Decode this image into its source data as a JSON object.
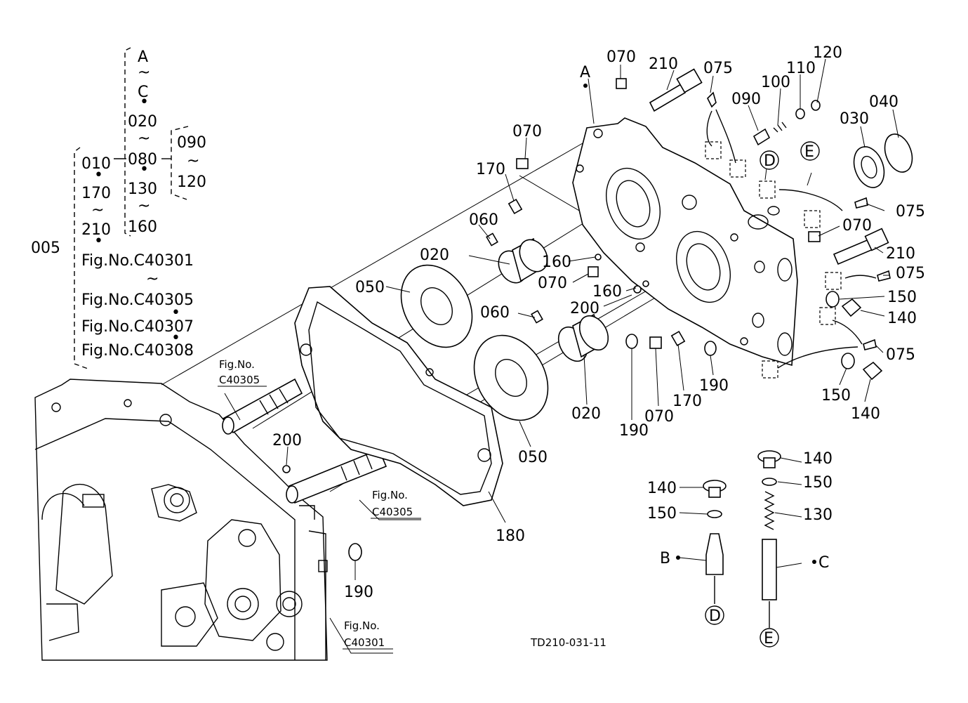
{
  "tree": {
    "group_a": [
      "A",
      "~",
      "C",
      "•",
      "020",
      "~",
      "080",
      "•",
      "130",
      "~",
      "160"
    ],
    "group_b": [
      "090",
      "~",
      "120"
    ],
    "group_c": [
      "010",
      "•",
      "170",
      "~",
      "210",
      "•"
    ],
    "assembly": "005",
    "figs": [
      "Fig.No.C40301",
      "~",
      "Fig.No.C40305",
      "•",
      "Fig.No.C40307",
      "•",
      "Fig.No.C40308"
    ]
  },
  "fig_refs": [
    {
      "line1": "Fig.No.",
      "line2": "C40305"
    },
    {
      "line1": "Fig.No.",
      "line2": "C40305"
    },
    {
      "line1": "Fig.No.",
      "line2": "C40301"
    }
  ],
  "callouts": {
    "p070a": "070",
    "p210a": "210",
    "p075a": "075",
    "p100": "100",
    "p120": "120",
    "p110": "110",
    "p090": "090",
    "p040": "040",
    "p030": "030",
    "pA": "A",
    "p070b": "070",
    "p170a": "170",
    "pD": "D",
    "pE": "E",
    "p075b": "075",
    "p070c": "070",
    "p060a": "060",
    "p210b": "210",
    "p020a": "020",
    "p160a": "160",
    "p075c": "075",
    "p050a": "050",
    "p070d": "070",
    "p160b": "160",
    "p150a": "150",
    "p200a": "200",
    "p060b": "060",
    "p140a": "140",
    "p075d": "075",
    "p190a": "190",
    "p070e": "070",
    "p170b": "170",
    "p190b": "190",
    "p150b": "150",
    "p140b": "140",
    "p020b": "020",
    "p050b": "050",
    "p200b": "200",
    "p180": "180",
    "p190c": "190",
    "p140c": "140",
    "p150c": "150",
    "p130": "130",
    "p140d": "140",
    "p150d": "150",
    "pB": "B",
    "pC": "C",
    "pD2": "D",
    "pE2": "E"
  },
  "drawing_code": "TD210-031-11"
}
